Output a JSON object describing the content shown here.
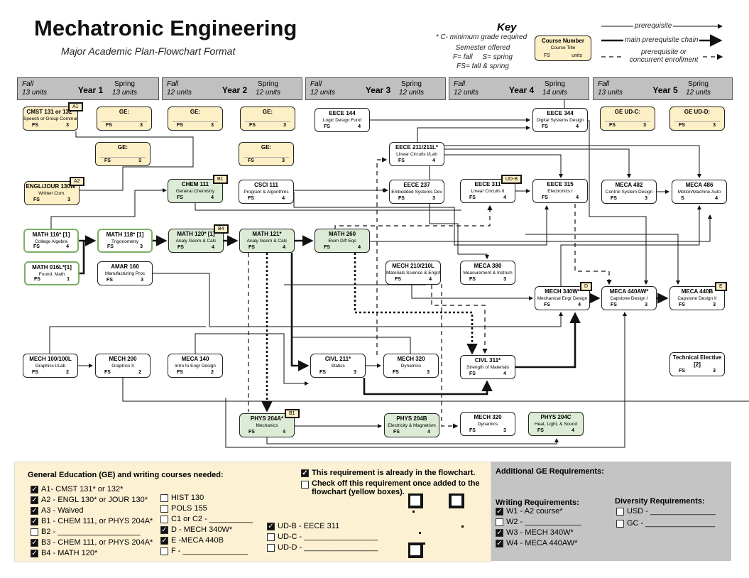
{
  "header": {
    "title": "Mechatronic Engineering",
    "subtitle": "Major Academic Plan-Flowchart Format"
  },
  "key": {
    "title": "Key",
    "lines": [
      "* C- minimum grade required",
      "Semester offered",
      "F= fall     S= spring",
      "FS= fall & spring"
    ],
    "sample": {
      "number": "Course Number",
      "title": "Course Title",
      "sem": "FS",
      "units": "units"
    },
    "arrows": [
      "prerequisite",
      "main prerequisite chain",
      "prerequisite or concurrent enrollment"
    ]
  },
  "years": [
    {
      "label": "Year 1",
      "fall": "Fall",
      "fall_units": "13 units",
      "spring": "Spring",
      "spring_units": "13 units"
    },
    {
      "label": "Year 2",
      "fall": "Fall",
      "fall_units": "12 units",
      "spring": "Spring",
      "spring_units": "12 units"
    },
    {
      "label": "Year 3",
      "fall": "Fall",
      "fall_units": "12 units",
      "spring": "Spring",
      "spring_units": "12 units"
    },
    {
      "label": "Year 4",
      "fall": "Fall",
      "fall_units": "12 units",
      "spring": "Spring",
      "spring_units": "14 units"
    },
    {
      "label": "Year 5",
      "fall": "Fall",
      "fall_units": "13 units",
      "spring": "Spring",
      "spring_units": "12 units"
    }
  ],
  "colors": {
    "ge_box": "#fdefc6",
    "math_border": "#7cb063",
    "science_fill": "#dcebd5",
    "header_bar": "#c0c0c0"
  },
  "courses": [
    {
      "number": "CMST 131 or 132*",
      "title": "Speech or Group Communication",
      "sem": "FS",
      "units": "3",
      "kind": "ge",
      "badge": "A1"
    },
    {
      "number": "GE:",
      "title": "",
      "sem": "FS",
      "units": "3",
      "kind": "ge"
    },
    {
      "number": "GE:",
      "title": "",
      "sem": "FS",
      "units": "3",
      "kind": "ge"
    },
    {
      "number": "GE:",
      "title": "",
      "sem": "FS",
      "units": "3",
      "kind": "ge"
    },
    {
      "number": "GE:",
      "title": "",
      "sem": "FS",
      "units": "3",
      "kind": "ge"
    },
    {
      "number": "GE:",
      "title": "",
      "sem": "FS",
      "units": "3",
      "kind": "ge"
    },
    {
      "number": "ENGL/JOUR 130W*",
      "title": "Written Com.",
      "sem": "FS",
      "units": "3",
      "kind": "ge",
      "badge": "A2"
    },
    {
      "number": "CHEM 111",
      "title": "General Chemistry",
      "sem": "FS",
      "units": "4",
      "kind": "gf",
      "badge": "B1"
    },
    {
      "number": "CSCI 111",
      "title": "Program & Algorithms",
      "sem": "FS",
      "units": "4",
      "kind": "w"
    },
    {
      "number": "EECE 144",
      "title": "Logic Design Fund",
      "sem": "FS",
      "units": "4",
      "kind": "w"
    },
    {
      "number": "EECE 344",
      "title": "Digital Systems Design",
      "sem": "FS",
      "units": "4",
      "kind": "w"
    },
    {
      "number": "GE UD-C:",
      "title": "",
      "sem": "FS",
      "units": "3",
      "kind": "ge"
    },
    {
      "number": "GE UD-D:",
      "title": "",
      "sem": "FS",
      "units": "3",
      "kind": "ge"
    },
    {
      "number": "EECE 211/211L*",
      "title": "Linear Circuits I/Lab",
      "sem": "FS",
      "units": "4",
      "kind": "w"
    },
    {
      "number": "EECE 237",
      "title": "Embedded Systems Dev",
      "sem": "FS",
      "units": "3",
      "kind": "w"
    },
    {
      "number": "EECE 311",
      "title": "Linear Circuits II",
      "sem": "FS",
      "units": "4",
      "kind": "w",
      "badge": "UD-B"
    },
    {
      "number": "EECE 315",
      "title": "Electronics I",
      "sem": "FS",
      "units": "4",
      "kind": "w"
    },
    {
      "number": "MECA 482",
      "title": "Control System Design",
      "sem": "FS",
      "units": "3",
      "kind": "w"
    },
    {
      "number": "MECA 486",
      "title": "Motion/Machine Auto",
      "sem": "S",
      "units": "4",
      "kind": "w"
    },
    {
      "number": "MATH 116* [1]",
      "title": "College Algebra",
      "sem": "FS",
      "units": "4",
      "kind": "gb"
    },
    {
      "number": "MATH 118* [1]",
      "title": "Trigonometry",
      "sem": "FS",
      "units": "3",
      "kind": "gb"
    },
    {
      "number": "MATH 120* [1]",
      "title": "Analy Geom & Calc",
      "sem": "FS",
      "units": "4",
      "kind": "gf",
      "badge": "B4"
    },
    {
      "number": "MATH 121*",
      "title": "Analy Geom & Calc",
      "sem": "FS",
      "units": "4",
      "kind": "gf"
    },
    {
      "number": "MATH 260",
      "title": "Elem Diff Eqs",
      "sem": "FS",
      "units": "4",
      "kind": "gf"
    },
    {
      "number": "MATH 016L*[1]",
      "title": "Found. Math",
      "sem": "FS",
      "units": "1",
      "kind": "gb"
    },
    {
      "number": "AMAR 160",
      "title": "Manufacturing Proc",
      "sem": "FS",
      "units": "3",
      "kind": "w"
    },
    {
      "number": "MECH 210/210L",
      "title": "Materials Science & Engr/Lab",
      "sem": "FS",
      "units": "4",
      "kind": "w"
    },
    {
      "number": "MECA 380",
      "title": "Measurement & Instrum",
      "sem": "FS",
      "units": "3",
      "kind": "w"
    },
    {
      "number": "MECH 340W*",
      "title": "Mechanical Engr Design",
      "sem": "FS",
      "units": "4",
      "kind": "w",
      "badge": "D"
    },
    {
      "number": "MECA 440AW*",
      "title": "Capstone Design I",
      "sem": "FS",
      "units": "3",
      "kind": "w"
    },
    {
      "number": "MECA 440B",
      "title": "Capstone Design II",
      "sem": "FS",
      "units": "3",
      "kind": "w",
      "badge": "E"
    },
    {
      "number": "MECH 100/100L",
      "title": "Graphics I/Lab",
      "sem": "FS",
      "units": "2",
      "kind": "w"
    },
    {
      "number": "MECH 200",
      "title": "Graphics II",
      "sem": "FS",
      "units": "2",
      "kind": "w"
    },
    {
      "number": "MECA 140",
      "title": "Intro to Engr Design",
      "sem": "FS",
      "units": "2",
      "kind": "w"
    },
    {
      "number": "CIVL 211*",
      "title": "Statics",
      "sem": "FS",
      "units": "3",
      "kind": "w"
    },
    {
      "number": "MECH 320",
      "title": "Dynamics",
      "sem": "FS",
      "units": "3",
      "kind": "w"
    },
    {
      "number": "CIVL 311*",
      "title": "Strength of Materials",
      "sem": "FS",
      "units": "4",
      "kind": "w"
    },
    {
      "number": "Technical Elective [2]",
      "title": "",
      "sem": "FS",
      "units": "3",
      "kind": "w"
    },
    {
      "number": "PHYS 204A*",
      "title": "Mechanics",
      "sem": "FS",
      "units": "4",
      "kind": "gf",
      "badge": "B1"
    },
    {
      "number": "PHYS 204B",
      "title": "Electricity & Magnetism",
      "sem": "FS",
      "units": "4",
      "kind": "gf"
    },
    {
      "number": "MECH 320",
      "title": "Dynamics",
      "sem": "FS",
      "units": "3",
      "kind": "w"
    },
    {
      "number": "PHYS 204C",
      "title": "Heat, Light, & Sound",
      "sem": "FS",
      "units": "4",
      "kind": "gf"
    }
  ],
  "ge_panel": {
    "title": "General Education (GE) and writing courses needed:",
    "legend_checked": "This requirement is already in the flowchart.",
    "legend_unchecked": "Check off this requirement once added to the flowchart (yellow boxes).",
    "col1": [
      {
        "label": "A1- CMST 131* or 132*",
        "checked": true
      },
      {
        "label": "A2 - ENGL 130* or JOUR 130*",
        "checked": true
      },
      {
        "label": "A3 - Waived",
        "checked": true
      },
      {
        "label": "B1 - CHEM 111, or PHYS 204A*",
        "checked": true
      },
      {
        "label": "B2 - ___________________",
        "checked": false
      },
      {
        "label": "B3 - CHEM 111, or PHYS 204A*",
        "checked": true
      },
      {
        "label": "B4 - MATH 120*",
        "checked": true
      }
    ],
    "col2": [
      {
        "label": "HIST 130",
        "checked": false
      },
      {
        "label": "POLS 155",
        "checked": false
      },
      {
        "label": "C1 or C2 - __________",
        "checked": false
      },
      {
        "label": "D - MECH 340W*",
        "checked": true
      },
      {
        "label": "E -MECA 440B",
        "checked": true
      },
      {
        "label": "F - _______________",
        "checked": false
      }
    ],
    "col3": [
      {
        "label": "UD-B - EECE 311",
        "checked": true
      },
      {
        "label": "UD-C - _________________",
        "checked": false
      },
      {
        "label": "UD-D - _________________",
        "checked": false
      }
    ]
  },
  "additional": {
    "title": "Additional GE Requirements:",
    "writing_title": "Writing Requirements:",
    "writing": [
      {
        "label": "W1 - A2 course*",
        "checked": true
      },
      {
        "label": "W2 - _____________",
        "checked": false
      },
      {
        "label": "W3 - MECH 340W*",
        "checked": true
      },
      {
        "label": "W4 - MECA 440AW*",
        "checked": true
      }
    ],
    "diversity_title": "Diversity Requirements:",
    "diversity": [
      {
        "label": "USD - _______________",
        "checked": false
      },
      {
        "label": "GC - ________________",
        "checked": false
      }
    ]
  }
}
